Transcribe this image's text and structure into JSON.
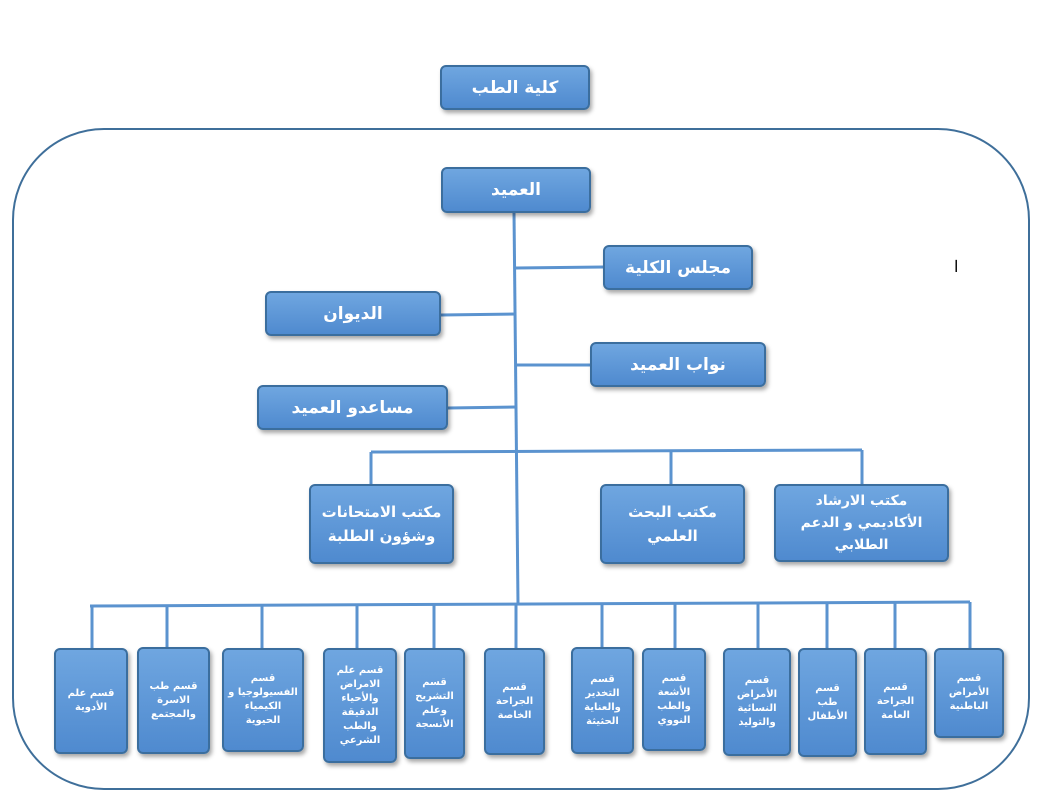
{
  "college": "كلية الطب",
  "dean": "العميد",
  "council": "مجلس الكلية",
  "diwan": "الديوان",
  "vice_deans": "نواب العميد",
  "assistants": "مساعدو العميد",
  "offices": {
    "exams": "مكتب الامتحانات وشؤون الطلبة",
    "research": "مكتب البحث العلمي",
    "advising": "مكتب الارشاد الأكاديمي و الدعم الطلابي"
  },
  "departments": [
    "قسم علم الأدوية",
    "قسم طب الاسرة والمجتمع",
    "قسم الفسيولوجيا و الكيمياء الحيوية",
    "قسم علم الامراض والأحياء الدقيقة والطب الشرعي",
    "قسم التشريح وعلم الأنسجة",
    "قسم الجراحة الخاصة",
    "قسم التخدير والعناية الحثيثة",
    "قسم الأشعة والطب النووي",
    "قسم الأمراض النسائية والتوليد",
    "قسم طب الأطفال",
    "قسم الجراحة العامة",
    "قسم الأمراض الباطنية"
  ],
  "margin_mark": "ا"
}
